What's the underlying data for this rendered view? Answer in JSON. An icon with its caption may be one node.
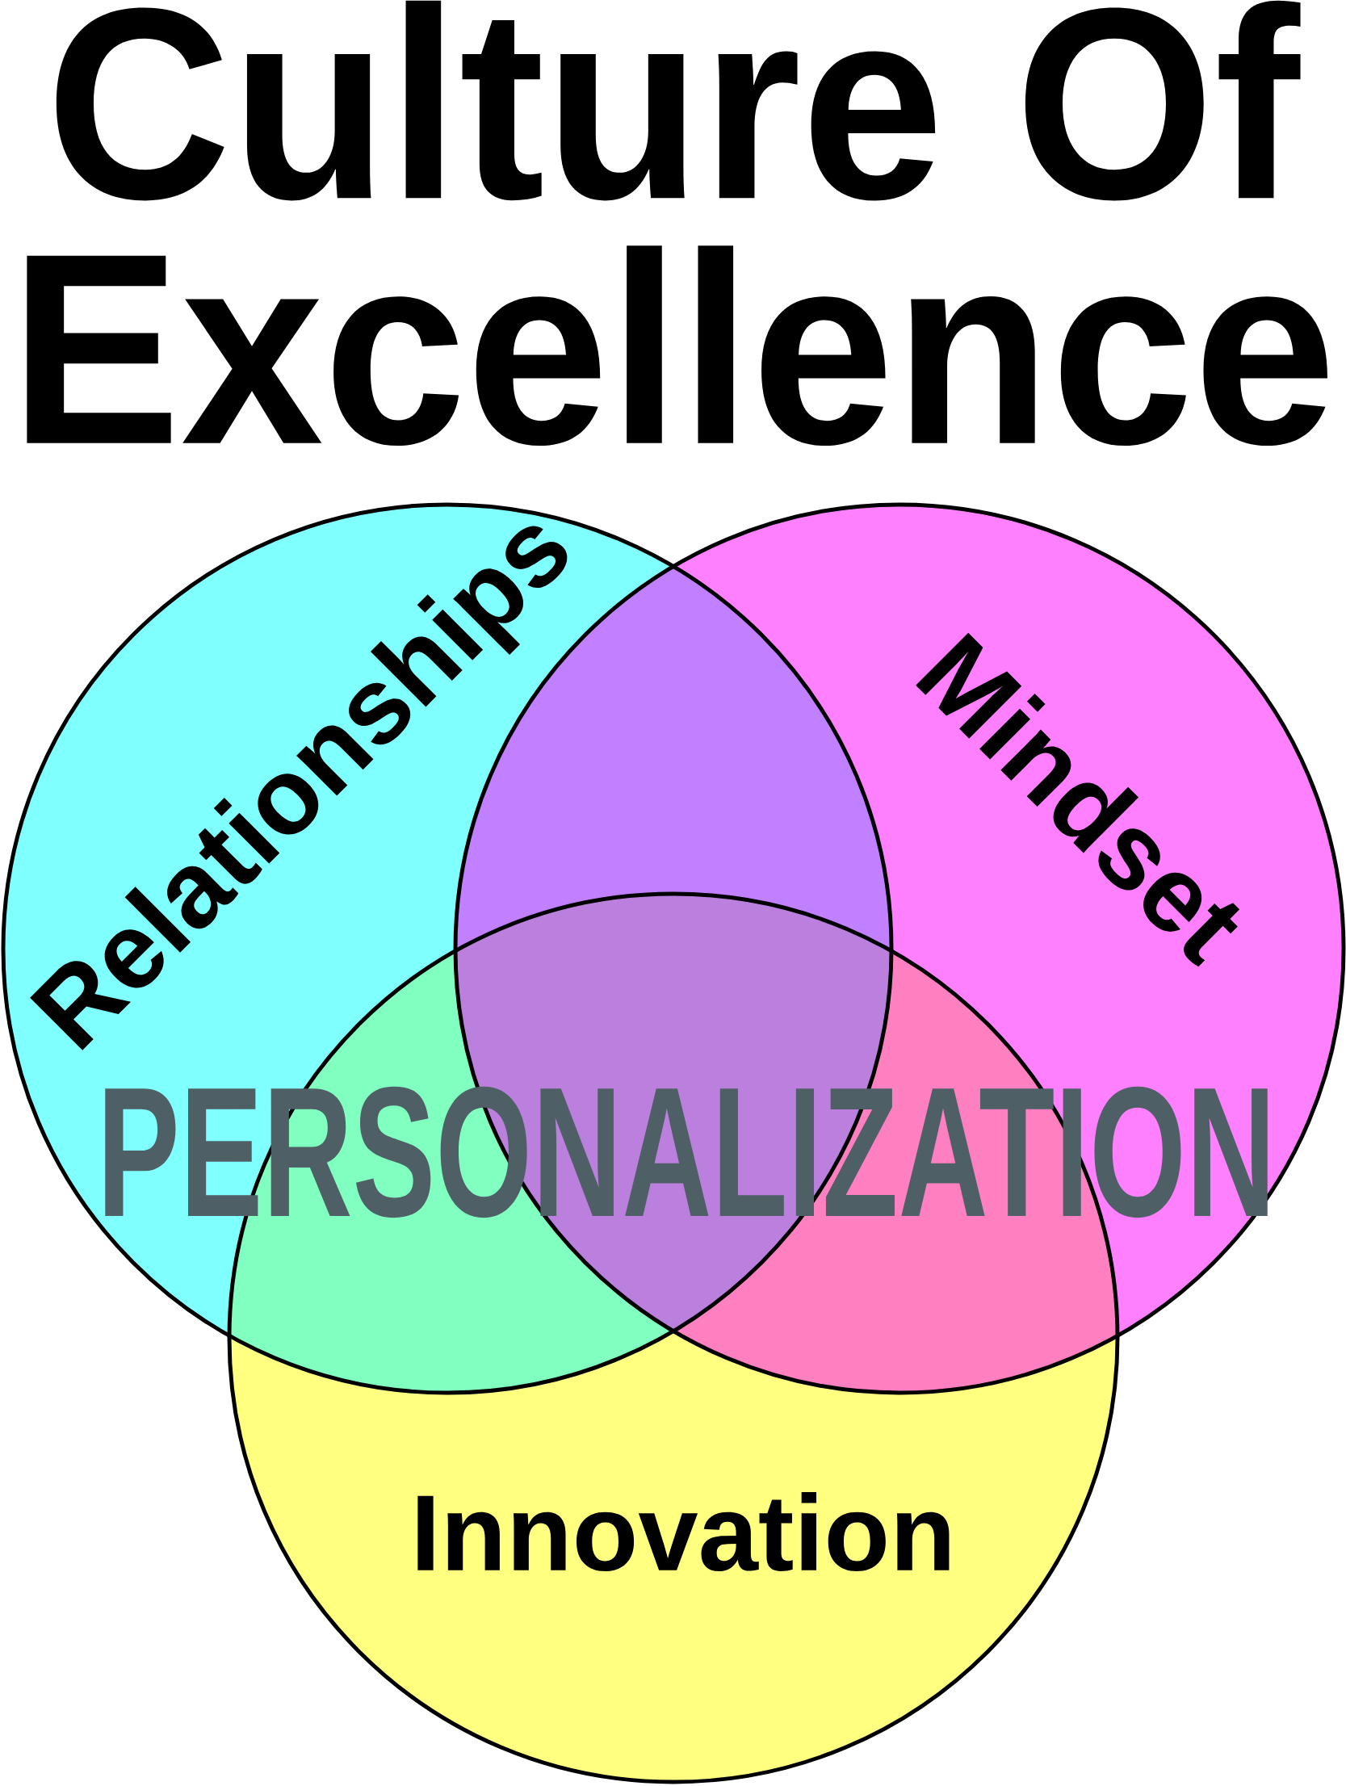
{
  "diagram": {
    "title": "Culture Of Excellence",
    "nodes": [
      {
        "text": [
          "Relationships"
        ]
      },
      {
        "text": [
          "Mindset"
        ]
      },
      {
        "text": [
          "Innovation"
        ]
      }
    ],
    "labels": [
      "PERSONALIZATION"
    ]
  }
}
